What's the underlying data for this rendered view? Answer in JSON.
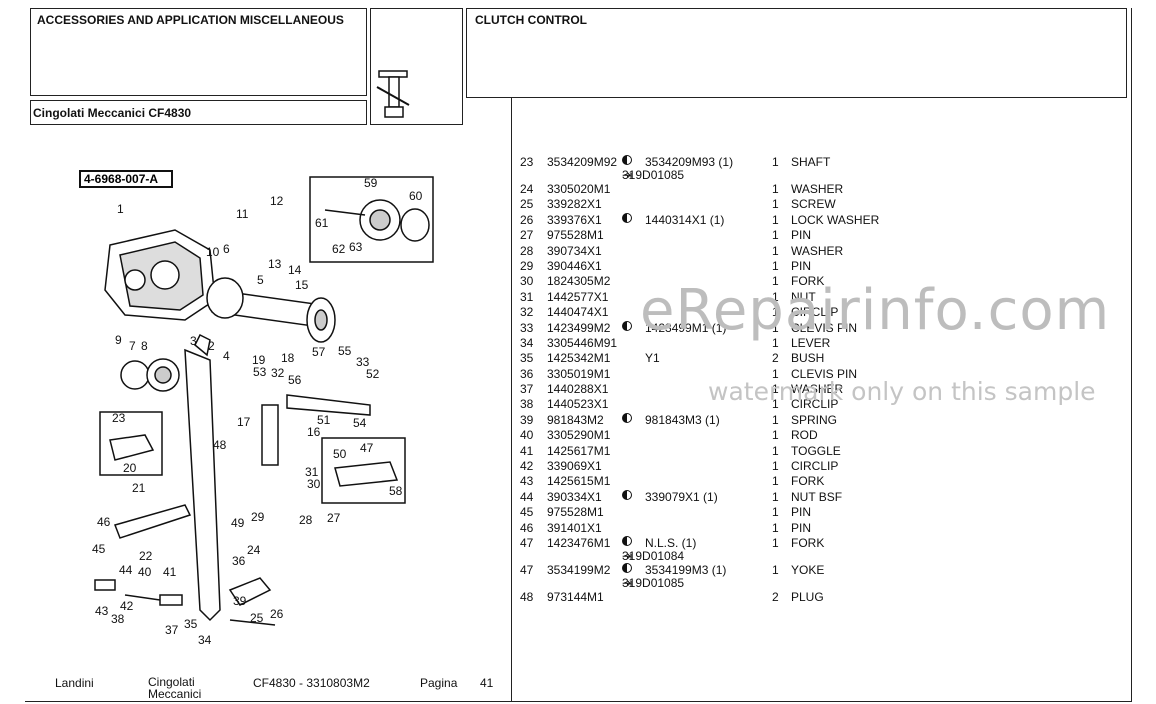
{
  "header": {
    "section_title": "ACCESSORIES AND APPLICATION MISCELLANEOUS",
    "model": "Cingolati Meccanici CF4830",
    "group_title": "CLUTCH CONTROL"
  },
  "diagram": {
    "code": "4-6968-007-A",
    "callouts": [
      "1",
      "2",
      "3",
      "4",
      "5",
      "6",
      "7",
      "8",
      "9",
      "10",
      "11",
      "12",
      "13",
      "14",
      "15",
      "16",
      "17",
      "18",
      "19",
      "20",
      "21",
      "22",
      "23",
      "24",
      "25",
      "26",
      "27",
      "28",
      "29",
      "30",
      "31",
      "32",
      "33",
      "34",
      "35",
      "36",
      "37",
      "38",
      "39",
      "40",
      "41",
      "42",
      "43",
      "44",
      "45",
      "46",
      "47",
      "48",
      "49",
      "50",
      "51",
      "52",
      "53",
      "54",
      "55",
      "56",
      "57",
      "58",
      "59",
      "60",
      "61",
      "62",
      "63"
    ]
  },
  "parts": [
    {
      "ref": "23",
      "pn": "3534209M92",
      "sym": "half",
      "alt": "3534209M93  (1)",
      "qty": "1",
      "desc": "SHAFT",
      "sub": "319D01085"
    },
    {
      "ref": "24",
      "pn": "3305020M1",
      "qty": "1",
      "desc": "WASHER"
    },
    {
      "ref": "25",
      "pn": "339282X1",
      "qty": "1",
      "desc": "SCREW"
    },
    {
      "ref": "26",
      "pn": "339376X1",
      "sym": "half",
      "alt": "1440314X1  (1)",
      "qty": "1",
      "desc": "LOCK WASHER"
    },
    {
      "ref": "27",
      "pn": "975528M1",
      "qty": "1",
      "desc": "PIN"
    },
    {
      "ref": "28",
      "pn": "390734X1",
      "qty": "1",
      "desc": "WASHER"
    },
    {
      "ref": "29",
      "pn": "390446X1",
      "qty": "1",
      "desc": "PIN"
    },
    {
      "ref": "30",
      "pn": "1824305M2",
      "qty": "1",
      "desc": "FORK"
    },
    {
      "ref": "31",
      "pn": "1442577X1",
      "qty": "1",
      "desc": "NUT"
    },
    {
      "ref": "32",
      "pn": "1440474X1",
      "qty": "1",
      "desc": "CIRCLIP"
    },
    {
      "ref": "33",
      "pn": "1423499M2",
      "sym": "half",
      "alt": "1423499M1  (1)",
      "qty": "1",
      "desc": "CLEVIS PIN"
    },
    {
      "ref": "34",
      "pn": "3305446M91",
      "qty": "1",
      "desc": "LEVER"
    },
    {
      "ref": "35",
      "pn": "1425342M1",
      "alt": "Y1",
      "qty": "2",
      "desc": "BUSH"
    },
    {
      "ref": "36",
      "pn": "3305019M1",
      "qty": "1",
      "desc": "CLEVIS PIN"
    },
    {
      "ref": "37",
      "pn": "1440288X1",
      "qty": "1",
      "desc": "WASHER"
    },
    {
      "ref": "38",
      "pn": "1440523X1",
      "qty": "1",
      "desc": "CIRCLIP"
    },
    {
      "ref": "39",
      "pn": "981843M2",
      "sym": "half",
      "alt": "981843M3  (1)",
      "qty": "1",
      "desc": "SPRING"
    },
    {
      "ref": "40",
      "pn": "3305290M1",
      "qty": "1",
      "desc": "ROD"
    },
    {
      "ref": "41",
      "pn": "1425617M1",
      "qty": "1",
      "desc": "TOGGLE"
    },
    {
      "ref": "42",
      "pn": "339069X1",
      "qty": "1",
      "desc": "CIRCLIP"
    },
    {
      "ref": "43",
      "pn": "1425615M1",
      "qty": "1",
      "desc": "FORK"
    },
    {
      "ref": "44",
      "pn": "390334X1",
      "sym": "half",
      "alt": "339079X1  (1)",
      "qty": "1",
      "desc": "NUT BSF"
    },
    {
      "ref": "45",
      "pn": "975528M1",
      "qty": "1",
      "desc": "PIN"
    },
    {
      "ref": "46",
      "pn": "391401X1",
      "qty": "1",
      "desc": "PIN"
    },
    {
      "ref": "47",
      "pn": "1423476M1",
      "sym": "half",
      "alt": "N.L.S.  (1)",
      "qty": "1",
      "desc": "FORK",
      "sub": "319D01084"
    },
    {
      "ref": "47",
      "pn": "3534199M2",
      "sym": "half",
      "alt": "3534199M3  (1)",
      "qty": "1",
      "desc": "YOKE",
      "sub": "319D01085"
    },
    {
      "ref": "48",
      "pn": "973144M1",
      "qty": "2",
      "desc": "PLUG"
    }
  ],
  "footer": {
    "brand": "Landini",
    "category_line1": "Cingolati",
    "category_line2": "Meccanici",
    "model_code": "CF4830 - 3310803M2",
    "page_label": "Pagina",
    "page_number": "41"
  },
  "watermark": {
    "main": "eRepairinfo.com",
    "sub": "watermark only on this sample"
  }
}
